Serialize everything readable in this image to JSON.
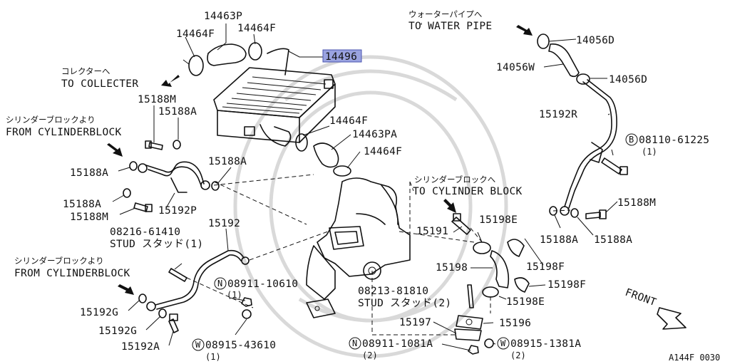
{
  "labels": {
    "p14463P": "14463P",
    "p14464F_a": "14464F",
    "p14464F_b": "14464F",
    "p14496": "14496",
    "p14464F_c": "14464F",
    "p14463PA": "14463PA",
    "p14464F_d": "14464F",
    "p15188M_a": "15188M",
    "p15188A_a": "15188A",
    "p15188A_b": "15188A",
    "p15188A_c": "15188A",
    "p15188A_d": "15188A",
    "p15188M_b": "15188M",
    "p15192P": "15192P",
    "p08216": "08216-61410",
    "stud1": "STUD スタッド(1)",
    "p15192": "15192",
    "p15192G_a": "15192G",
    "p15192G_b": "15192G",
    "p15192A": "15192A",
    "n08911_10610": "08911-10610",
    "n08911_10610_q": "(1)",
    "w08915_43610": "08915-43610",
    "w08915_43610_q": "(1)",
    "p08213": "08213-81810",
    "stud2": "STUD スタッド(2)",
    "p15197": "15197",
    "n08911_1081A": "08911-1081A",
    "n08911_1081A_q": "(2)",
    "w08915_1381A": "08915-1381A",
    "w08915_1381A_q": "(2)",
    "p15196": "15196",
    "p15198": "15198",
    "p15198E_a": "15198E",
    "p15198E_b": "15198E",
    "p15198F_a": "15198F",
    "p15198F_b": "15198F",
    "p15191": "15191",
    "p15188A_e": "15188A",
    "p15188A_f": "15188A",
    "p15188M_c": "15188M",
    "b08110": "08110-61225",
    "b08110_q": "(1)",
    "p15192R": "15192R",
    "p14056D_a": "14056D",
    "p14056W": "14056W",
    "p14056D_b": "14056D",
    "jp_collecter": "コレクターへ",
    "to_collecter": "TO COLLECTER",
    "jp_from_cyl_1": "シリンダーブロックより",
    "from_cyl_1": "FROM CYLINDERBLOCK",
    "jp_from_cyl_2": "シリンダーブロックより",
    "from_cyl_2": "FROM CYLINDERBLOCK",
    "jp_to_cyl": "シリンダーブロックへ",
    "to_cyl": "TO CYLINDER BLOCK",
    "jp_water": "ウォーターパイプへ",
    "to_water": "TO WATER PIPE",
    "front": "FRONT",
    "fig_code": "A144F 0030",
    "circle_N": "N",
    "circle_W": "W",
    "circle_B": "B"
  },
  "colors": {
    "ink": "#111111",
    "highlight": "#9aa3e0",
    "watermark": "#d9d9d9"
  },
  "highlighted_part": "14496"
}
